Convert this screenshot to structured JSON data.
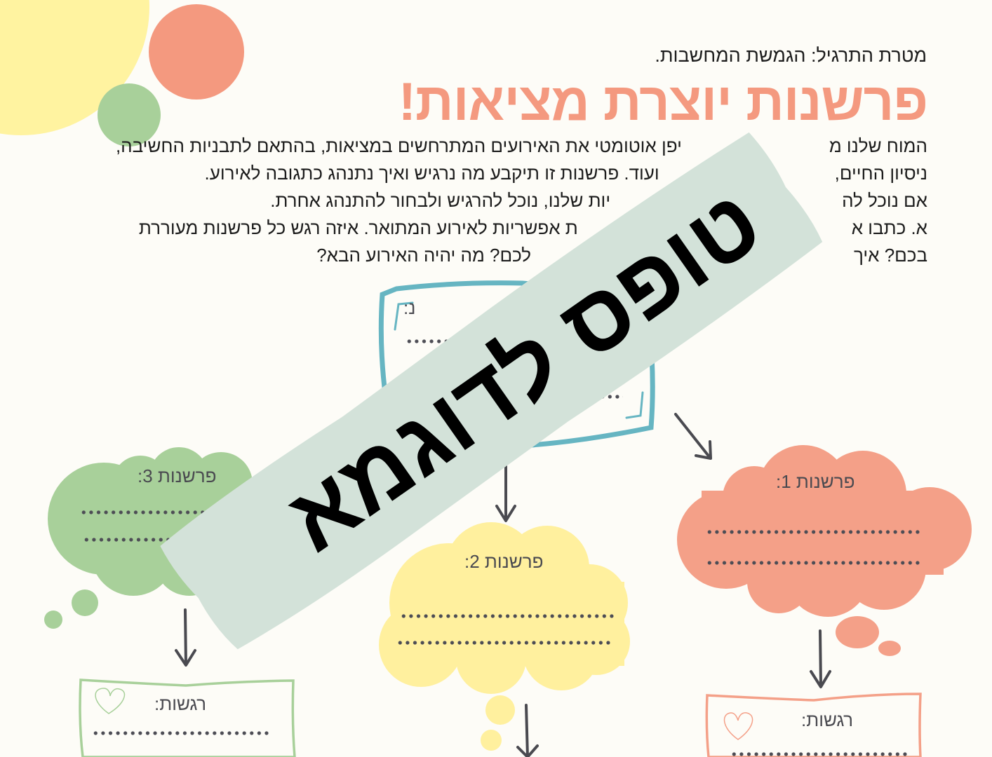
{
  "header": {
    "subtitle": "מטרת התרגיל: הגמשת המחשבות.",
    "title": "פרשנות יוצרת מציאות!"
  },
  "intro_lines": [
    {
      "start": "המוח שלנו מ",
      "end": "יפן אוטומטי את האירועים המתרחשים במציאות, בהתאם לתבניות החשיבה,"
    },
    {
      "start": "ניסיון החיים, ",
      "end": "ועוד. פרשנות זו תיקבע מה נרגיש ואיך נתנהג כתגובה לאירוע."
    },
    {
      "start": "אם נוכל לה",
      "end": "יות שלנו, נוכל להרגיש ולבחור להתנהג אחרת."
    },
    {
      "start": "א. כתבו א",
      "end": "ת אפשריות לאירוע המתואר. איזה רגש כל פרשנות מעוררת"
    },
    {
      "start": "בכם? איך",
      "end": "לכם? מה יהיה האירוע הבא?"
    }
  ],
  "event_box": {
    "label_fragment": "נ:"
  },
  "interpretations": [
    {
      "label": "פרשנות 1:",
      "color": "#f4a088"
    },
    {
      "label": "פרשנות 2:",
      "color": "#fff09e"
    },
    {
      "label": "פרשנות 3:",
      "color": "#a8d09a"
    }
  ],
  "feelings": {
    "label": "רגשות:"
  },
  "watermark": {
    "text": "טופס לדוגמא",
    "band_color": "#d3e2d9"
  },
  "colors": {
    "accent": "#f4997f",
    "teal": "#66b5c2",
    "yellow": "#fff3a0",
    "ink": "#4a4a50"
  }
}
